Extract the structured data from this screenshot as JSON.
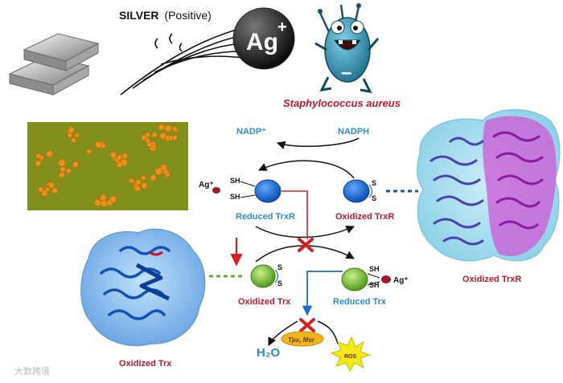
{
  "header": {
    "silver_word": "SILVER",
    "silver_note": "(Positive)",
    "ion_symbol": "Ag",
    "ion_charge": "+",
    "bacterium_name": "Staphylococcus aureus",
    "bacterium_charge": "–"
  },
  "cofactors": {
    "nadp": "NADP⁺",
    "nadph": "NADPH"
  },
  "reduced_trxr": {
    "label": "Reduced TrxR",
    "sh_top": "SH",
    "sh_bottom": "SH",
    "ion": "Ag⁺"
  },
  "oxidized_trxr": {
    "label": "Oxidized TrxR",
    "s_top": "S",
    "s_bottom": "S"
  },
  "oxidized_trx": {
    "label": "Oxidized Trx",
    "s_top": "S",
    "s_bottom": "S"
  },
  "reduced_trx": {
    "label": "Reduced Trx",
    "sh_top": "SH",
    "sh_bottom": "SH",
    "ion": "Ag⁺"
  },
  "products": {
    "water": "H₂O",
    "substrates": "Tpx, Msr",
    "ros": "ROS"
  },
  "structures": {
    "trxr_label": "Oxidized TrxR",
    "trx_label": "Oxidized Trx"
  },
  "watermark": "大数跨境",
  "colors": {
    "blue_label": "#2e8bc9",
    "red_label": "#c0172a",
    "arrow_red": "#d62020",
    "arrow_blue": "#1f6fc4",
    "enzyme_blue": "#1f6fd0",
    "trx_green": "#7cc242",
    "ion_red": "#9b1b2a"
  }
}
